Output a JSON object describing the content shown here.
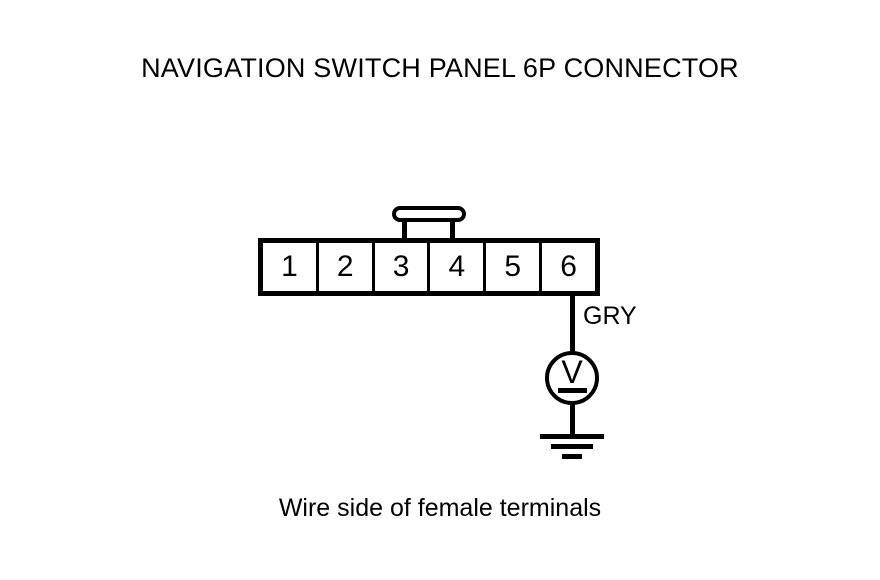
{
  "diagram": {
    "title": "NAVIGATION SWITCH PANEL 6P CONNECTOR",
    "caption": "Wire side of female terminals",
    "background_color": "#ffffff",
    "line_color": "#000000"
  },
  "connector": {
    "name": "Navigation Switch Panel 6P Connector",
    "pin_count": 6,
    "latch_position": "top-center",
    "pins": [
      {
        "number": "1"
      },
      {
        "number": "2"
      },
      {
        "number": "3"
      },
      {
        "number": "4"
      },
      {
        "number": "5"
      },
      {
        "number": "6"
      }
    ]
  },
  "circuit": {
    "wire": {
      "from_pin": "6",
      "color_code": "GRY",
      "color_name": "Gray"
    },
    "meter": {
      "type": "voltmeter",
      "symbol": "V",
      "measurement": "DC voltage"
    },
    "ground": {
      "symbol": "earth-ground",
      "bar_count": 3
    }
  }
}
